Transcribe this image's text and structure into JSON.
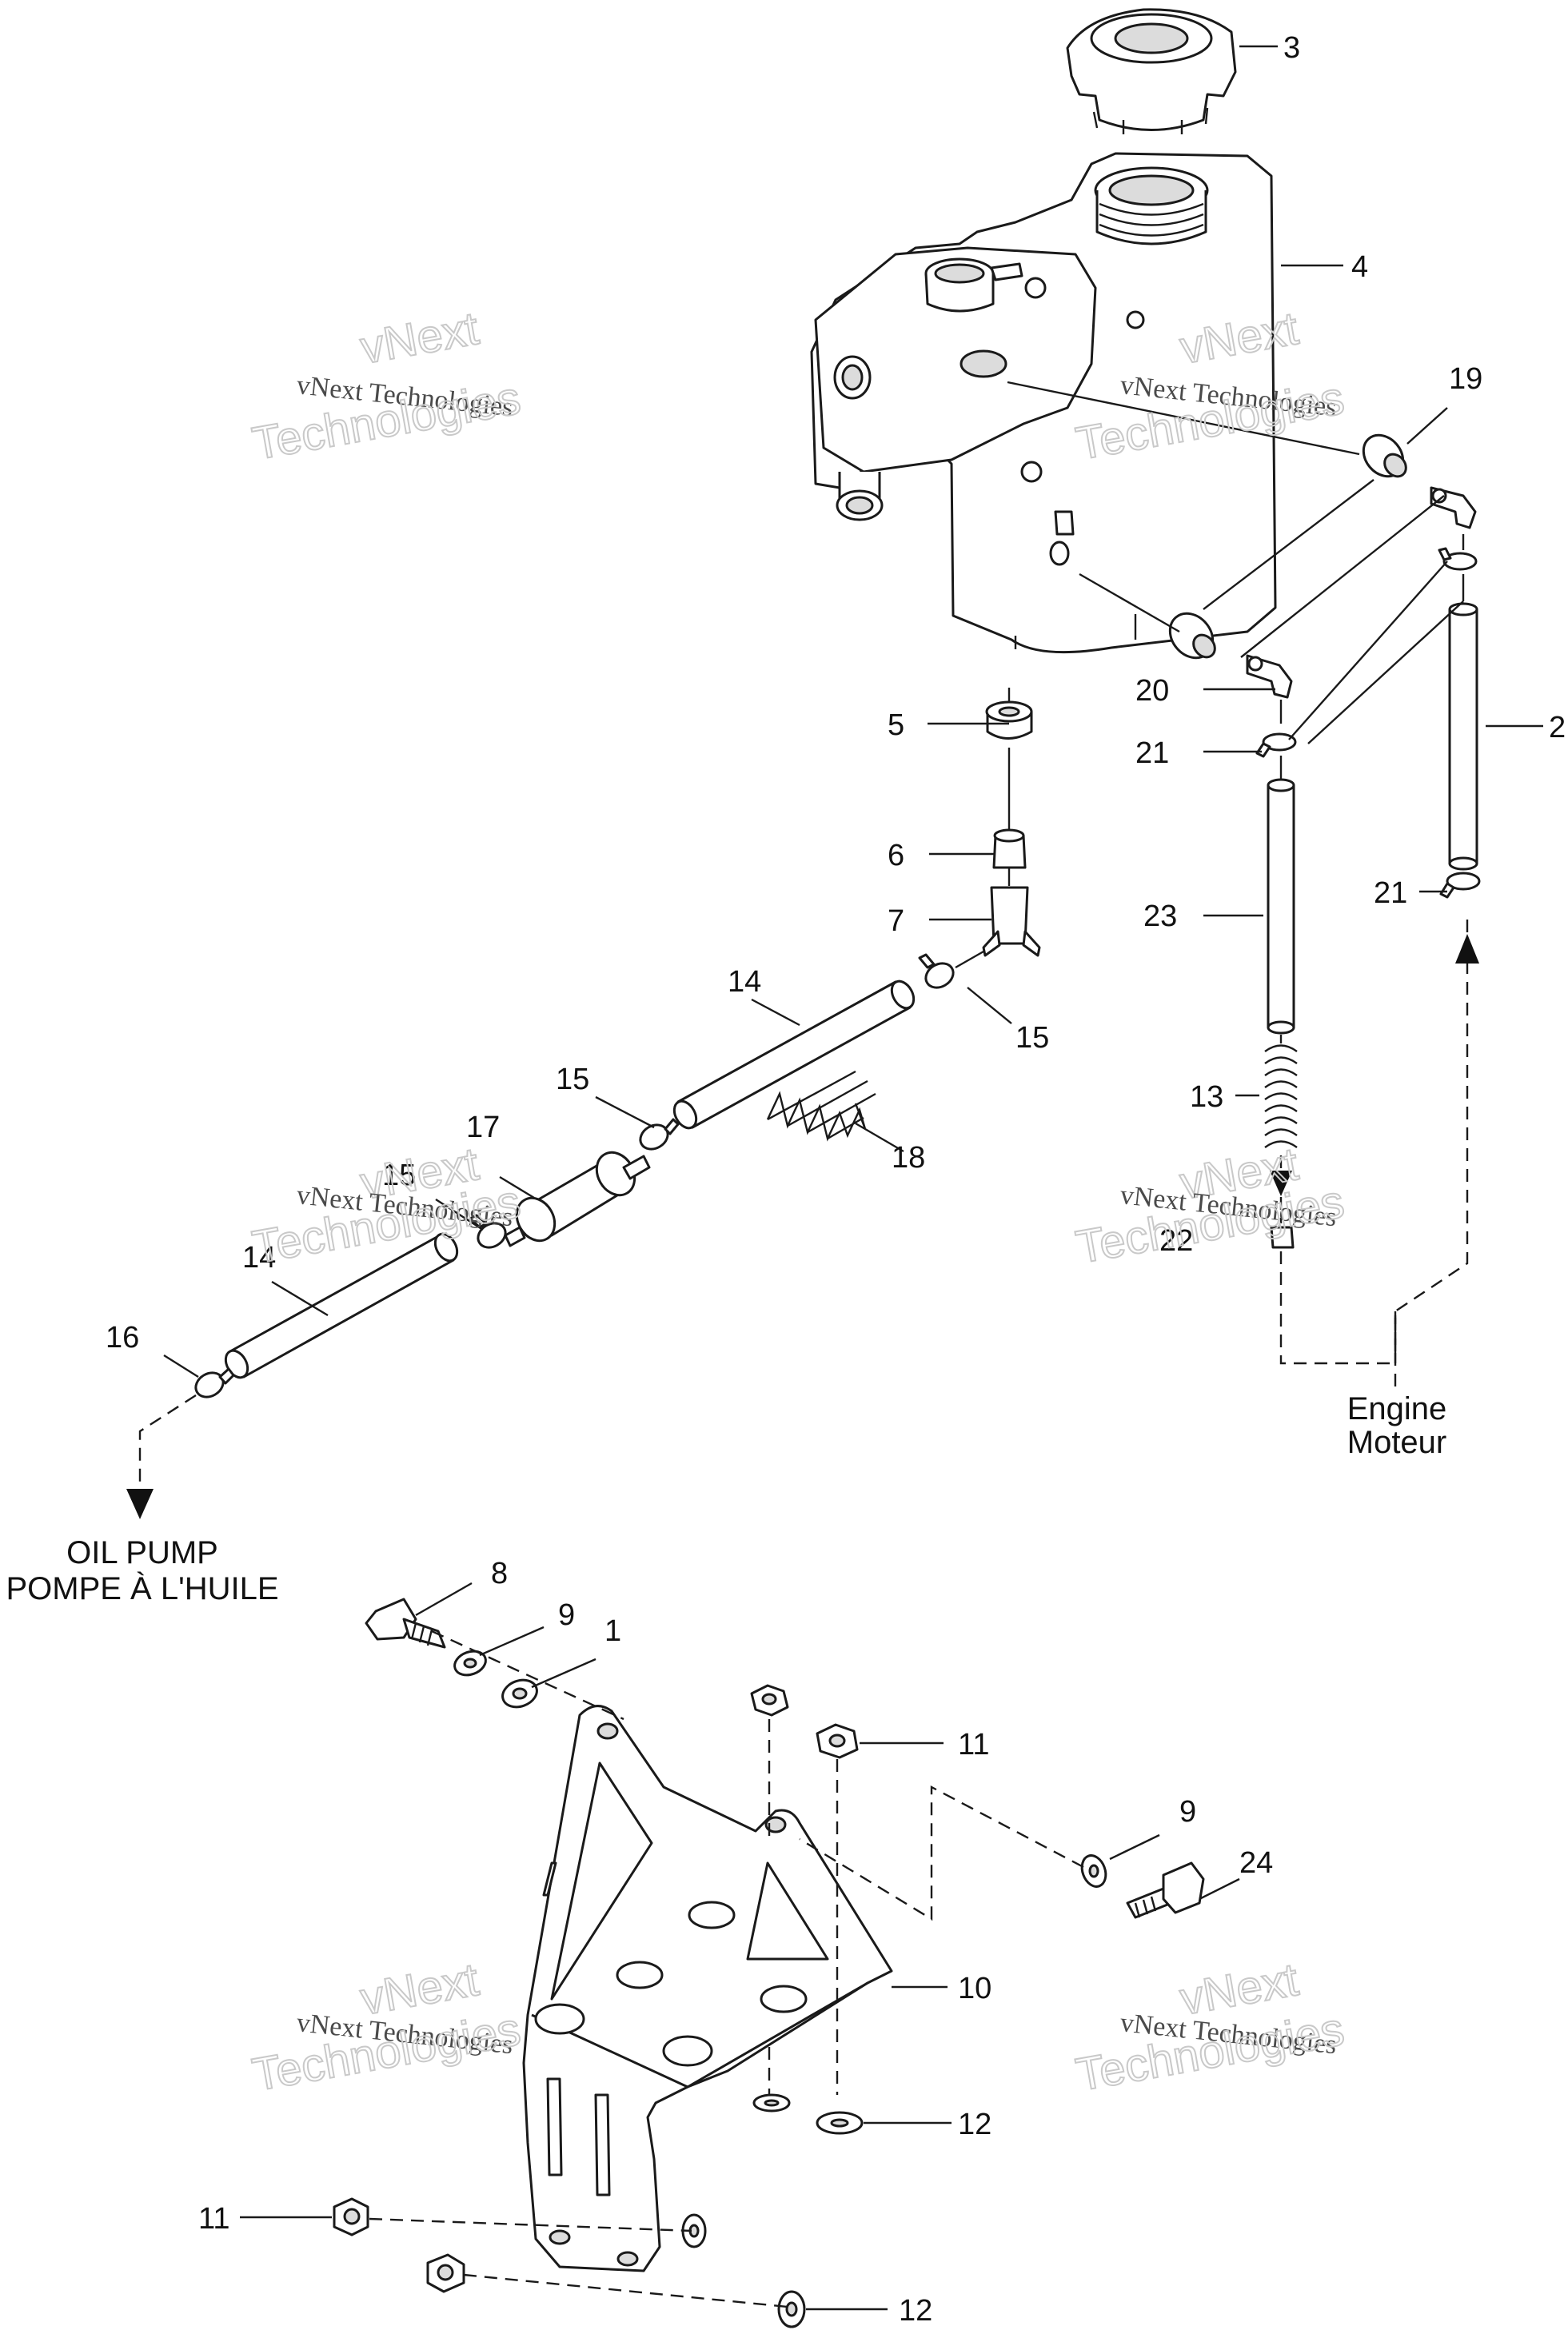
{
  "callouts": {
    "c1": "1",
    "c2": "2",
    "c3": "3",
    "c4": "4",
    "c5": "5",
    "c6": "6",
    "c7": "7",
    "c8": "8",
    "c9a": "9",
    "c9b": "9",
    "c10": "10",
    "c11a": "11",
    "c11b": "11",
    "c12a": "12",
    "c12b": "12",
    "c13": "13",
    "c14a": "14",
    "c14b": "14",
    "c15a": "15",
    "c15b": "15",
    "c15c": "15",
    "c16": "16",
    "c17": "17",
    "c18": "18",
    "c19": "19",
    "c20": "20",
    "c21a": "21",
    "c21b": "21",
    "c22": "22",
    "c23": "23",
    "c24": "24"
  },
  "labels": {
    "engine_en": "Engine",
    "engine_fr": "Moteur",
    "oil_pump_en": "OIL PUMP",
    "oil_pump_fr": "POMPE À L'HUILE"
  },
  "watermark": {
    "line1": "vNext",
    "line2": "vNext Technologies",
    "line3": "Technologies"
  }
}
